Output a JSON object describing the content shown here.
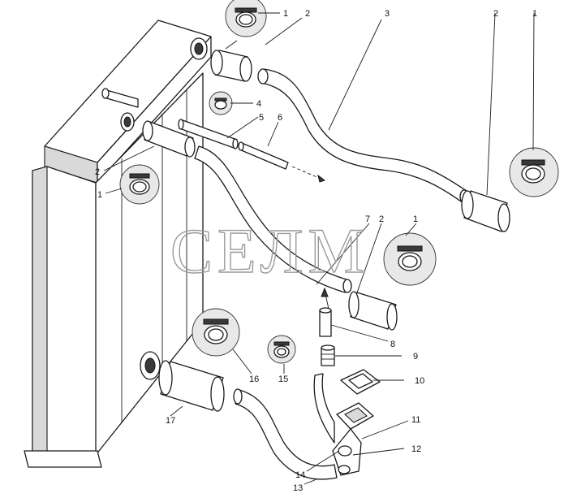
{
  "watermark": "СЕЛМ",
  "callouts": [
    "1",
    "2",
    "3",
    "2",
    "1",
    "4",
    "5",
    "6",
    "2",
    "1",
    "7",
    "2",
    "1",
    "8",
    "9",
    "10",
    "15",
    "16",
    "17",
    "11",
    "12",
    "14",
    "13"
  ]
}
